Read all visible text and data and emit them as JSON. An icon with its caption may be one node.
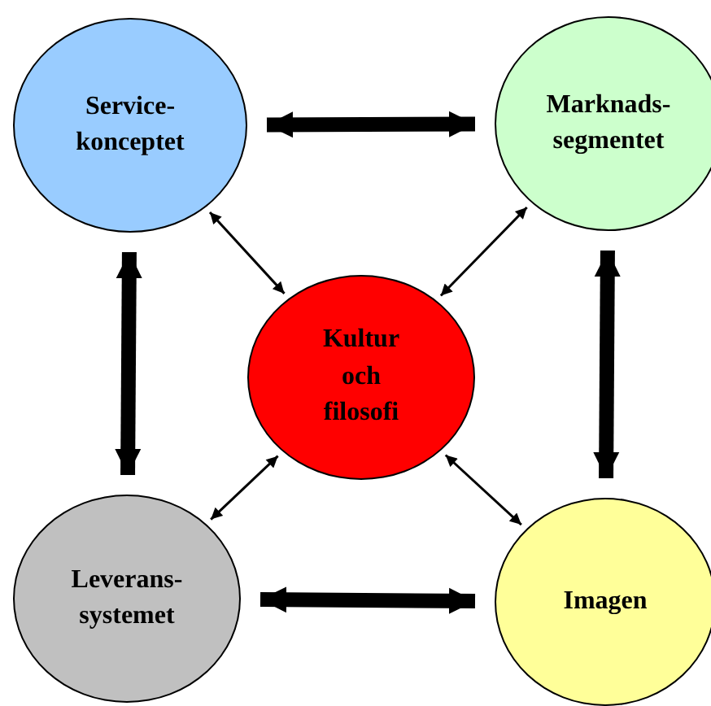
{
  "diagram": {
    "nodes": [
      {
        "text": [
          "Service- konceptet"
        ]
      },
      {
        "text": [
          "Marknads- segmentet"
        ]
      },
      {
        "text": [
          "Kultur och filosofi"
        ]
      },
      {
        "text": [
          "Leverans- systemet"
        ]
      },
      {
        "text": [
          "Imagen"
        ]
      }
    ],
    "edges": [
      {
        "from": 0,
        "to": 1,
        "arrow": "both",
        "style": "thick"
      },
      {
        "from": 0,
        "to": 3,
        "arrow": "both",
        "style": "thick"
      },
      {
        "from": 1,
        "to": 4,
        "arrow": "both",
        "style": "thick"
      },
      {
        "from": 3,
        "to": 4,
        "arrow": "both",
        "style": "thick"
      },
      {
        "from": 0,
        "to": 2,
        "arrow": "both"
      },
      {
        "from": 1,
        "to": 2,
        "arrow": "both"
      },
      {
        "from": 2,
        "to": 3,
        "arrow": "both"
      },
      {
        "from": 2,
        "to": 4,
        "arrow": "both"
      }
    ]
  }
}
